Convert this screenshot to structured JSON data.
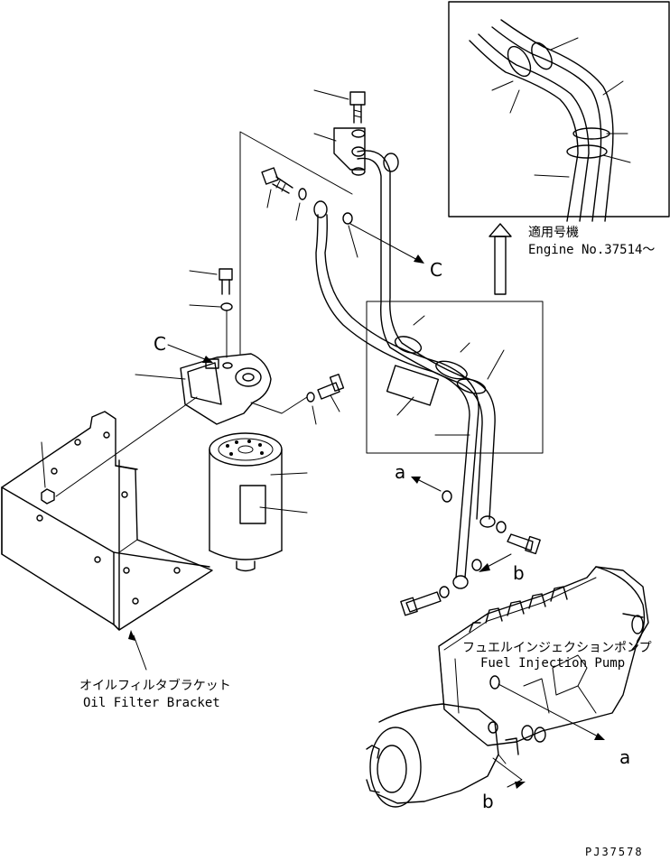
{
  "labels": {
    "letter_c": "C",
    "letter_a": "a",
    "letter_b": "b"
  },
  "detail": {
    "applicability_jp": "適用号機",
    "applicability_en": "Engine No.37514～"
  },
  "pump": {
    "name_jp": "フュエルインジェクションポンプ",
    "name_en": "Fuel Injection Pump"
  },
  "bracket": {
    "name_jp": "オイルフィルタブラケット",
    "name_en": "Oil Filter Bracket"
  },
  "drawing_number": "PJ37578"
}
